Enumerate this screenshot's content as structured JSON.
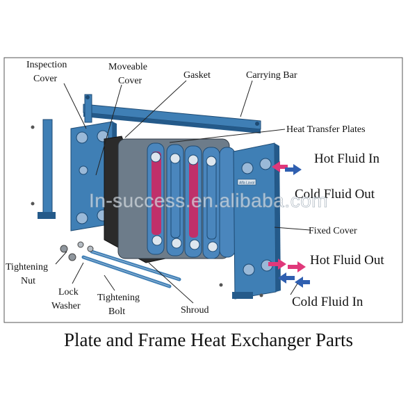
{
  "title": "Plate and Frame Heat Exchanger Parts",
  "watermark": "In-success.en.alibaba.com",
  "plate_badge": "Alfa Laval",
  "labels": {
    "inspection_cover": [
      "Inspection",
      "Cover"
    ],
    "moveable_cover": [
      "Moveable",
      "Cover"
    ],
    "gasket": "Gasket",
    "carrying_bar": "Carrying Bar",
    "heat_transfer_plates": "Heat Transfer Plates",
    "hot_fluid_in": "Hot Fluid In",
    "cold_fluid_out": "Cold Fluid Out",
    "fixed_cover": "Fixed Cover",
    "hot_fluid_out": "Hot Fluid Out",
    "cold_fluid_in": "Cold Fluid In",
    "tightening_nut": [
      "Tightening",
      "Nut"
    ],
    "lock_washer": [
      "Lock",
      "Washer"
    ],
    "tightening_bolt": [
      "Tightening",
      "Bolt"
    ],
    "shroud": "Shroud"
  },
  "colors": {
    "frame_blue": "#3f7fb5",
    "frame_dark": "#245a8a",
    "plate_red": "#c0306a",
    "plate_blue": "#4a86bd",
    "hot_arrow": "#e0387a",
    "cold_arrow": "#2f5fb0",
    "shroud": "#2b2b2b"
  }
}
